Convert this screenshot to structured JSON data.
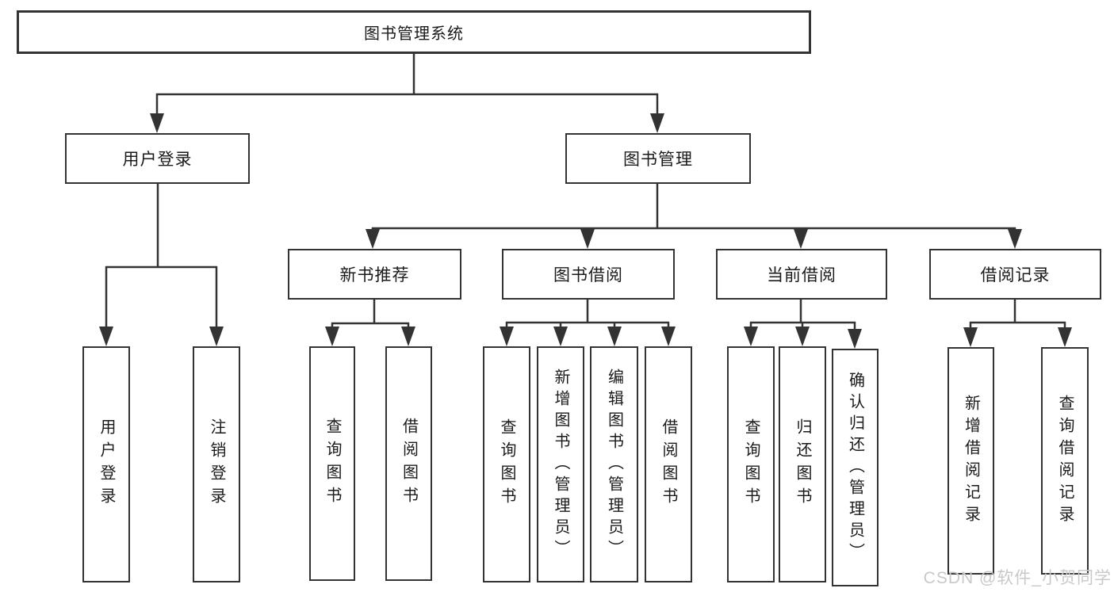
{
  "diagram": {
    "root": "图书管理系统",
    "level2": {
      "user_login": "用户登录",
      "book_management": "图书管理"
    },
    "level3": {
      "new_book_recommend": "新书推荐",
      "book_borrow": "图书借阅",
      "current_borrow": "当前借阅",
      "borrow_records": "借阅记录"
    },
    "leaves": {
      "user_login": "用户登录",
      "logout": "注销登录",
      "recommend_query_books": "查询图书",
      "recommend_borrow_books": "借阅图书",
      "borrow_query_books": "查询图书",
      "borrow_add_books": "新增图书（管理员）",
      "borrow_edit_books": "编辑图书（管理员）",
      "borrow_borrow_books": "借阅图书",
      "current_query_books": "查询图书",
      "current_return_books": "归还图书",
      "current_confirm_return": "确认归还（管理员）",
      "records_add_record": "新增借阅记录",
      "records_query_record": "查询借阅记录"
    }
  },
  "watermark": "CSDN @软件_小贺同学",
  "colors": {
    "line": "#333333",
    "text": "#1a1a1a",
    "watermark": "#c9c9c9",
    "background": "#ffffff"
  }
}
